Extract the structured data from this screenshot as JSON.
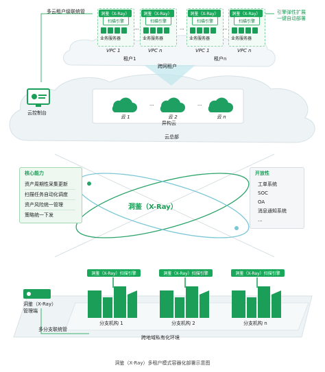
{
  "top": {
    "multicloud_label": "多云租户级联统管",
    "tenant_label": "租户1",
    "tenant_n_label": "租户n",
    "cross_tenant_label": "跨网租户",
    "engine_note": "引擎弹性扩展\n一键自动部署",
    "console_label": "云控制台",
    "vpcs": [
      {
        "title": "洞鉴（X-Ray）",
        "scan": "扫描引擎",
        "service": "业务服务器",
        "name": "VPC 1"
      },
      {
        "title": "洞鉴（X-Ray）",
        "scan": "扫描引擎",
        "service": "业务服务器",
        "name": "VPC n"
      },
      {
        "title": "洞鉴（X-Ray）",
        "scan": "扫描引擎",
        "service": "业务服务器",
        "name": "VPC 1"
      },
      {
        "title": "洞鉴（X-Ray）",
        "scan": "扫描引擎",
        "service": "业务服务器",
        "name": "VPC n"
      }
    ],
    "clouds": [
      "云 1",
      "云 2",
      "云 n"
    ],
    "hetero_label": "异构云",
    "hq_label": "云总部",
    "ellipsis": "···"
  },
  "middle": {
    "core_title": "核心能力",
    "core_items": [
      "资产周期性采集更新",
      "扫描任务自动化调度",
      "资产风险统一管理",
      "策略统一下发"
    ],
    "center_label": "洞鉴（X-Ray）",
    "open_title": "开放性",
    "open_items": [
      "工单系统",
      "SOC",
      "OA",
      "消息通知系统",
      "..."
    ]
  },
  "bottom": {
    "manage_title": "洞鉴（X-Ray）\n管理端",
    "branch_manage_label": "多分支联统管",
    "engines": [
      "洞鉴（X-Ray）扫描引擎",
      "洞鉴（X-Ray）扫描引擎",
      "洞鉴（X-Ray）扫描引擎"
    ],
    "branches": [
      "分支机构 1",
      "分支机构 2",
      "分支机构 n"
    ],
    "env_label": "跨地域私有化环境"
  },
  "caption": "洞鉴（X-Ray）多租户模式容器化部署示意图",
  "colors": {
    "green": "#19a85a",
    "light_green": "#e6f5ec",
    "cloud": "#f1f6f8",
    "accent": "#2aa36a"
  },
  "icons": [
    "monitor-icon",
    "cloud-icon",
    "building-icon",
    "server-icon",
    "orbit-icon"
  ]
}
